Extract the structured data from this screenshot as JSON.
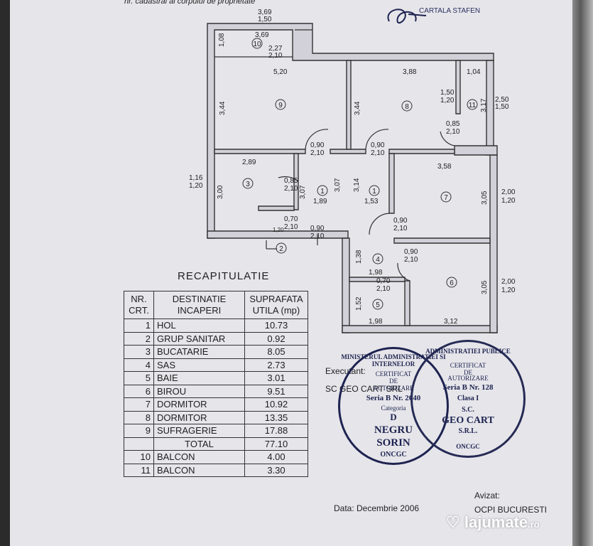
{
  "header": {
    "top_text": "nr. cadastral al corpului de proprietate",
    "corner_text": "CARTALA STAFEN"
  },
  "plan": {
    "balcony_top": [
      "3,69",
      "1,50",
      "3,69",
      "2,27",
      "2,10"
    ],
    "rooms": {
      "r10": "10",
      "r9": "9",
      "r8": "8",
      "r11": "11",
      "r3": "3",
      "r1a": "1",
      "r1b": "1",
      "r7": "7",
      "r4": "4",
      "r5": "5",
      "r6": "6",
      "r2": "2"
    },
    "dims": {
      "d108": "1,08",
      "d520": "5,20",
      "d388": "3,88",
      "d104": "1,04",
      "d344a": "3,44",
      "d344b": "3,44",
      "d150a": "1,50",
      "d120a": "1,20",
      "d317": "3,17",
      "d250": "2,50",
      "d150b": "1,50",
      "d085a": "0,85",
      "d210a": "2,10",
      "d090a": "0,90",
      "d210b": "2,10",
      "d090b": "0,90",
      "d210c": "2,10",
      "d289": "2,89",
      "d358": "3,58",
      "d116": "1,16",
      "d120b": "1,20",
      "d300": "3,00",
      "d085b": "0,85",
      "d210d": "2,10",
      "d307a": "3,07",
      "d307b": "3,07",
      "d314": "3,14",
      "d189": "1,89",
      "d153": "1,53",
      "d305a": "3,05",
      "d200a": "2,00",
      "d120c": "1,20",
      "d070a": "0,70",
      "d210e": "2,10",
      "d120d": "1,20",
      "d090c": "0,90",
      "d210f": "2,10",
      "d090d": "0,90",
      "d210g": "2,10",
      "d138": "1,38",
      "d090e": "0,90",
      "d210h": "2,10",
      "d198a": "1,98",
      "d070b": "0,70",
      "d210i": "2,10",
      "d152": "1,52",
      "d305b": "3,05",
      "d200b": "2,00",
      "d120e": "1,20",
      "d198b": "1,98",
      "d312": "3,12"
    }
  },
  "recap": {
    "title": "RECAPITULATIE",
    "headers": [
      "NR.\nCRT.",
      "DESTINATIE\nINCAPERI",
      "SUPRAFATA\nUTILA (mp)"
    ],
    "rows": [
      {
        "nr": "1",
        "name": "HOL",
        "area": "10.73"
      },
      {
        "nr": "2",
        "name": "GRUP SANITAR",
        "area": "0.92"
      },
      {
        "nr": "3",
        "name": "BUCATARIE",
        "area": "8.05"
      },
      {
        "nr": "4",
        "name": "SAS",
        "area": "2.73"
      },
      {
        "nr": "5",
        "name": "BAIE",
        "area": "3.01"
      },
      {
        "nr": "6",
        "name": "BIROU",
        "area": "9.51"
      },
      {
        "nr": "7",
        "name": "DORMITOR",
        "area": "10.92"
      },
      {
        "nr": "8",
        "name": "DORMITOR",
        "area": "13.35"
      },
      {
        "nr": "9",
        "name": "SUFRAGERIE",
        "area": "17.88"
      }
    ],
    "total": {
      "label": "TOTAL",
      "area": "77.10"
    },
    "extra": [
      {
        "nr": "10",
        "name": "BALCON",
        "area": "4.00"
      },
      {
        "nr": "11",
        "name": "BALCON",
        "area": "3.30"
      }
    ]
  },
  "footer": {
    "executant": "Executant:",
    "company": "SC GEO CART SRL",
    "date": "Data: Decembrie 2006",
    "avizat": "Avizat:",
    "ocpi": "OCPI BUCURESTI"
  },
  "stamps": {
    "left": {
      "ring": "MINISTERUL ADMINISTRATIEI SI INTERNELOR",
      "line1": "CERTIFICAT",
      "line2": "DE",
      "line3": "AUTORIZARE",
      "serie": "Seria B Nr. 2640",
      "cat": "Categoria",
      "d": "D",
      "n1": "NEGRU",
      "n2": "SORIN",
      "o": "ONCGC"
    },
    "right": {
      "ring": "ADMINISTRATIEI PUBLICE",
      "line1": "CERTIFICAT",
      "line2": "DE",
      "line3": "AUTORIZARE",
      "serie": "Seria B Nr. 128",
      "clasa": "Clasa I",
      "sc": "S.C.",
      "geo": "GEO CART",
      "srl": "S.R.L.",
      "o": "ONCGC"
    }
  },
  "watermark": {
    "brand": "lajumate",
    "tld": ".ro"
  }
}
